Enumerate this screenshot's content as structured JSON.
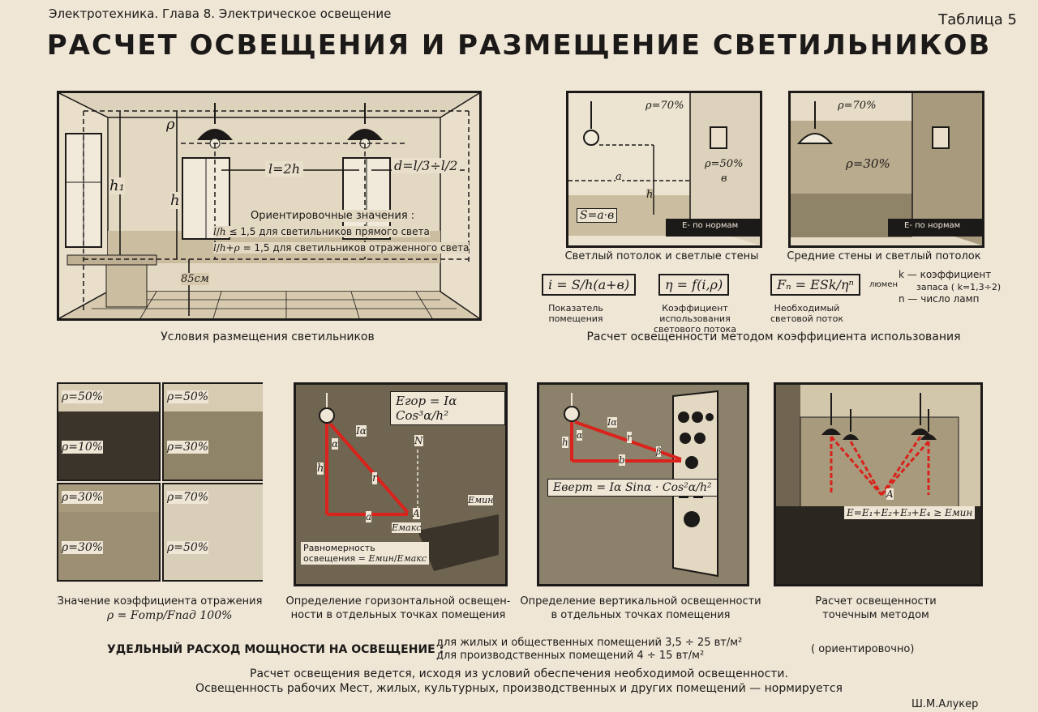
{
  "header": {
    "left": "Электротехника. Глава 8. Электрическое освещение",
    "right": "Таблица 5",
    "title": "РАСЧЕТ ОСВЕЩЕНИЯ И РАЗМЕЩЕНИЕ СВЕТИЛЬНИКОВ"
  },
  "p1": {
    "rho": "ρ",
    "h1": "h₁",
    "h": "h",
    "l": "l=2h",
    "d": "d=",
    "d_frac1_num": "l",
    "d_frac1_den": "3",
    "d_div": "÷",
    "d_frac2_num": "l",
    "d_frac2_den": "2",
    "hint_title": "Ориентировочные значения :",
    "hint1": "≤ 1,5 для светильников прямого света",
    "hint2": "= 1,5 для светильников отраженного света",
    "h1_frac_num": "l",
    "h1_frac_den": "h",
    "h2_frac_num": "l",
    "h2_frac_den": "h+ρ",
    "height": "85см",
    "caption": "Условия размещения светильников"
  },
  "p2": {
    "rho_top": "ρ=70%",
    "rho_wall": "ρ=50%",
    "a": "a",
    "b": "в",
    "h": "h",
    "s": "S=a·в",
    "norm": "E- по нормам",
    "caption": "Светлый потолок и светлые стены"
  },
  "p3": {
    "rho_top": "ρ=70%",
    "rho_wall": "ρ=30%",
    "norm": "E- по нормам",
    "caption": "Средние стены и светлый потолок"
  },
  "formulas": {
    "f1": "i =",
    "f1_num": "S",
    "f1_den": "h(a+в)",
    "f1_cap1": "Показатель",
    "f1_cap2": "помещения",
    "f2": "η = f(i,ρ)",
    "f2_cap1": "Коэффициент использования",
    "f2_cap2": "светового потока",
    "f3": "Fₙ =",
    "f3_num": "ESk",
    "f3_den": "ηⁿ",
    "f3_unit": "люмен",
    "f3_cap1": "Необходимый",
    "f3_cap2": "световой поток",
    "k1": "k — коэффициент",
    "k2": "запаса ( k=1,3÷2)",
    "n1": "n — число ламп",
    "caption": "Расчет освещенности методом коэффициента использования"
  },
  "p4": {
    "q1a": "ρ=50%",
    "q1b": "ρ=10%",
    "q2a": "ρ=50%",
    "q2b": "ρ=30%",
    "q3a": "ρ=30%",
    "q3b": "ρ=30%",
    "q4a": "ρ=70%",
    "q4b": "ρ=50%",
    "caption": "Значение коэффициента отражения",
    "formula_lhs": "ρ =",
    "formula_num": "Fотр",
    "formula_den": "Fпад",
    "formula_rhs": "100%"
  },
  "p5": {
    "formula_lhs": "Eгор =",
    "formula_num": "Iα Cos³α",
    "formula_den": "h²",
    "alpha": "α",
    "i": "Iα",
    "h": "h",
    "r": "r",
    "n": "N",
    "a": "a",
    "A": "A",
    "emin": "Eмин",
    "emax": "Eмакс",
    "uniform1": "Равномерность",
    "uniform2": "освещения",
    "ratio_num": "Eмин",
    "ratio_den": "Eмакс",
    "caption1": "Определение горизонтальной освещен-",
    "caption2": "ности в отдельных точках помещения"
  },
  "p6": {
    "formula_lhs": "Eверт =",
    "formula_num": "Iα Sinα · Cos²α",
    "formula_den": "h²",
    "alpha": "α",
    "i": "Iα",
    "h": "h",
    "r": "r",
    "b": "b",
    "beta": "β",
    "caption1": "Определение вертикальной освещенности",
    "caption2": "в отдельных точках помещения"
  },
  "p7": {
    "A": "A",
    "formula": "E=E₁+E₂+E₃+E₄ ≥ Eмин",
    "caption1": "Расчет освещенности",
    "caption2": "точечным методом"
  },
  "footer": {
    "power_label": "УДЕЛЬНЫЙ РАСХОД МОЩНОСТИ НА ОСВЕЩЕНИЕ :",
    "power1": "для жилых и общественных помещений 3,5 ÷ 25 вт/м²",
    "power2": "для производственных помещений 4 ÷ 15 вт/м²",
    "approx": "( ориентировочно)",
    "line1": "Расчет освещения ведется, исходя из условий обеспечения необходимой освещенности.",
    "line2": "Освещенность рабочих Мест, жилых, культурных, производственных и других помещений — нормируется",
    "author": "Ш.М.Алукер"
  },
  "colors": {
    "ink": "#1c1a18",
    "paper": "#efe6d6",
    "red": "#d9231c"
  }
}
